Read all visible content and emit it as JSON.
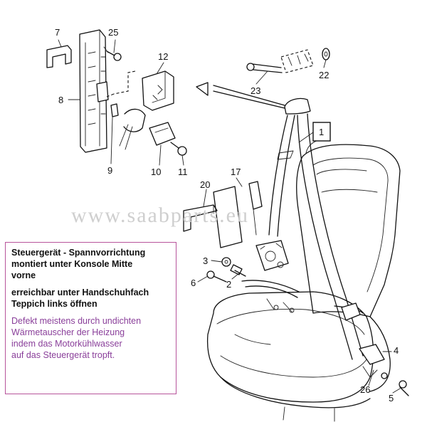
{
  "labels": {
    "l1": "1",
    "l2": "2",
    "l3": "3",
    "l4": "4",
    "l5": "5",
    "l6": "6",
    "l7": "7",
    "l8": "8",
    "l9": "9",
    "l10": "10",
    "l11": "11",
    "l12": "12",
    "l17": "17",
    "l20": "20",
    "l22": "22",
    "l23": "23",
    "l25": "25",
    "l26": "26"
  },
  "watermark": "www.saabparts.eu",
  "note": {
    "line1": "Steuergerät - Spannvorrichtung",
    "line2": "montiert unter Konsole Mitte",
    "line3": "vorne",
    "line4": "erreichbar unter Handschuhfach",
    "line5": "Teppich links öffnen",
    "line6": "Defekt meistens durch undichten",
    "line7": "Wärmetauscher der Heizung",
    "line8": "indem das Motorkühlwasser",
    "line9": "auf das Steuergerät tropft."
  },
  "colors": {
    "note_border": "#b7549b",
    "note_purple": "#8a3f9a"
  }
}
